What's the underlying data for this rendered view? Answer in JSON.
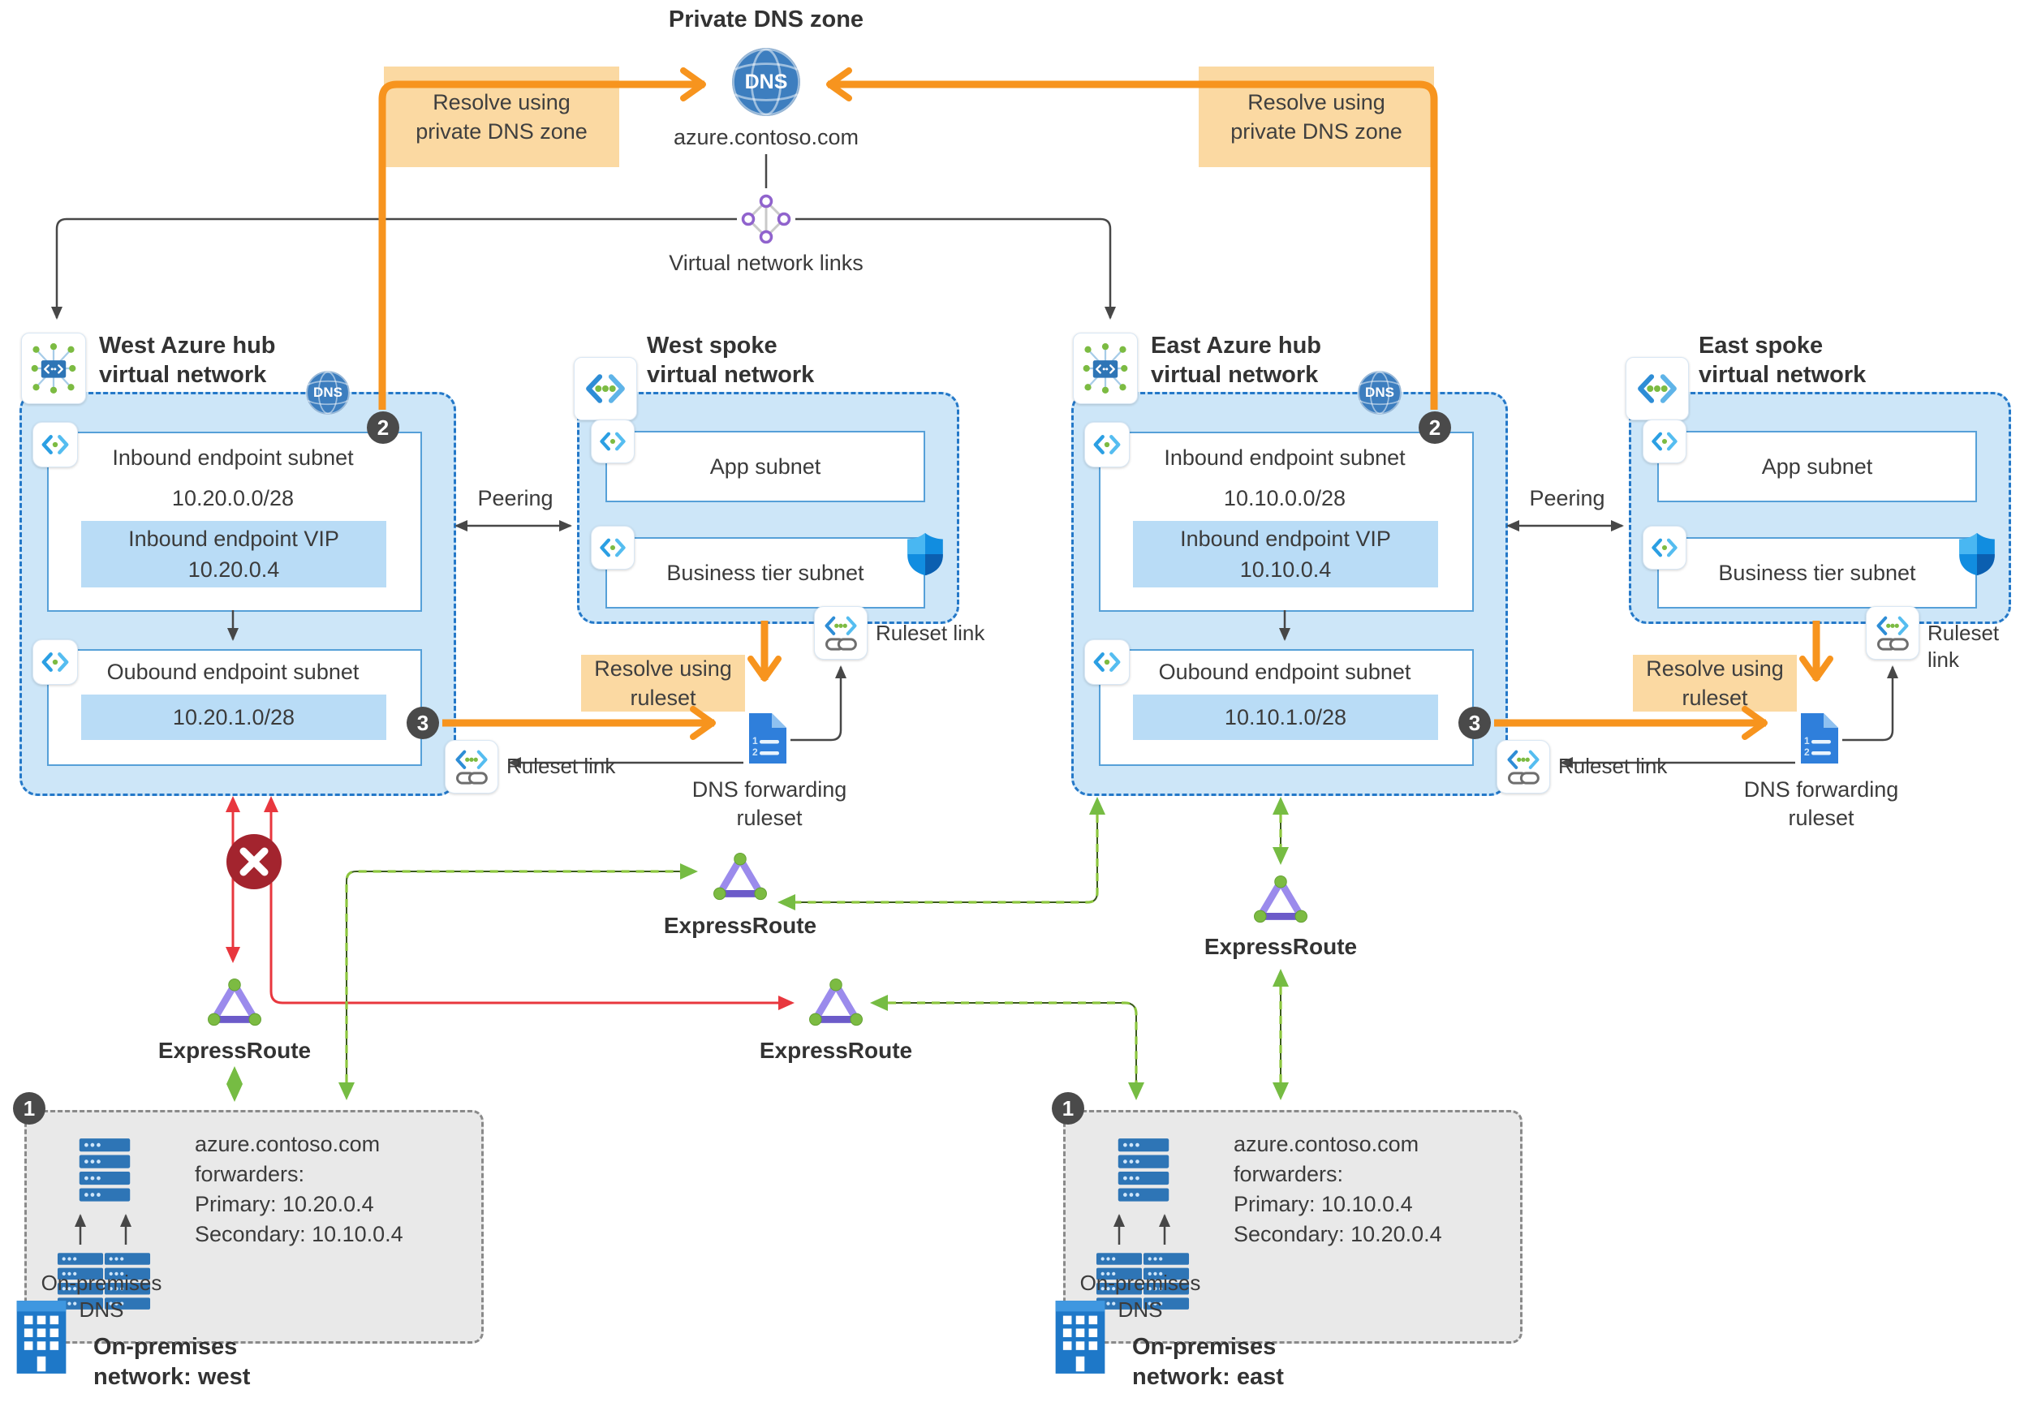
{
  "top": {
    "title": "Private DNS zone",
    "dns_label": "DNS",
    "domain": "azure.contoso.com",
    "vnet_links_label": "Virtual network links"
  },
  "callouts": {
    "resolve_private_zone": "Resolve using\nprivate DNS zone",
    "resolve_ruleset": "Resolve using\nruleset"
  },
  "shared": {
    "peering": "Peering",
    "ruleset_link": "Ruleset link",
    "dns_forwarding_ruleset": "DNS forwarding\nruleset",
    "expressroute": "ExpressRoute",
    "inbound_subnet_title": "Inbound endpoint subnet",
    "outbound_subnet_title": "Oubound endpoint subnet",
    "app_subnet": "App subnet",
    "business_subnet": "Business tier subnet",
    "on_prem_dns": "On-premises\nDNS",
    "step1": "1",
    "step2": "2",
    "step3": "3",
    "doc_line1": "1",
    "doc_line2": "2"
  },
  "west_hub": {
    "title": "West Azure hub\nvirtual network",
    "inbound_cidr": "10.20.0.0/28",
    "vip": "Inbound endpoint VIP\n10.20.0.4",
    "outbound_cidr": "10.20.1.0/28"
  },
  "east_hub": {
    "title": "East Azure hub\nvirtual network",
    "inbound_cidr": "10.10.0.0/28",
    "vip": "Inbound endpoint VIP\n10.10.0.4",
    "outbound_cidr": "10.10.1.0/28"
  },
  "west_spoke": {
    "title": "West spoke\nvirtual network"
  },
  "east_spoke": {
    "title": "East spoke\nvirtual network"
  },
  "on_prem_west": {
    "forwarders": "azure.contoso.com\nforwarders:\nPrimary: 10.20.0.4\nSecondary: 10.10.0.4",
    "network_label": "On-premises\nnetwork: west"
  },
  "on_prem_east": {
    "forwarders": "azure.contoso.com\nforwarders:\nPrimary: 10.10.0.4\nSecondary: 10.20.0.4",
    "network_label": "On-premises\nnetwork: east"
  },
  "colors": {
    "orange": "#F7941E",
    "callout_bg": "#FBD9A2",
    "hub_fill": "#CDE6F8",
    "hub_border": "#2478C8",
    "inner_fill": "#B9DCF6",
    "red_line": "#E8373E",
    "error_red": "#A3242E",
    "green": "#76BC43",
    "dark": "#474747"
  }
}
